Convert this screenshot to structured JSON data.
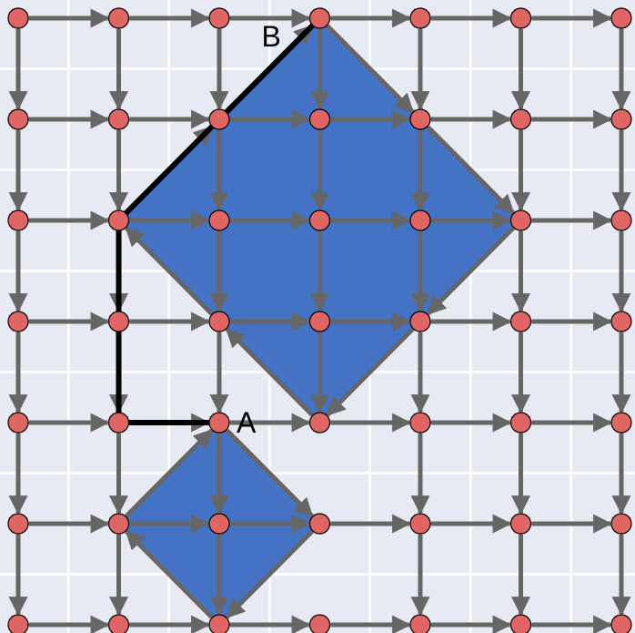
{
  "labels": {
    "a": "A",
    "b": "B"
  },
  "grid": {
    "cols": 7,
    "rows": 7
  },
  "colors": {
    "background": "#e8eaf3",
    "gridline": "#ffffff",
    "node_fill": "#e06666",
    "node_stroke": "#000000",
    "edge": "#666666",
    "region": "#4472c4",
    "path": "#000000"
  },
  "regions": [
    {
      "name": "large-diamond",
      "vertices": [
        [
          3,
          0
        ],
        [
          5,
          2
        ],
        [
          3,
          4
        ],
        [
          1,
          2
        ]
      ]
    },
    {
      "name": "small-diamond",
      "vertices": [
        [
          2,
          4
        ],
        [
          3,
          5
        ],
        [
          2,
          6
        ],
        [
          1,
          5
        ]
      ]
    }
  ],
  "path": [
    [
      3,
      0
    ],
    [
      1,
      2
    ],
    [
      1,
      4
    ],
    [
      2,
      4
    ]
  ],
  "diagonal_edges": [
    [
      [
        3,
        0
      ],
      [
        4,
        1
      ]
    ],
    [
      [
        4,
        1
      ],
      [
        5,
        2
      ]
    ],
    [
      [
        5,
        2
      ],
      [
        4,
        3
      ]
    ],
    [
      [
        4,
        3
      ],
      [
        3,
        4
      ]
    ],
    [
      [
        3,
        4
      ],
      [
        2,
        3
      ]
    ],
    [
      [
        2,
        3
      ],
      [
        1,
        2
      ]
    ],
    [
      [
        1,
        2
      ],
      [
        2,
        1
      ]
    ],
    [
      [
        2,
        1
      ],
      [
        3,
        0
      ]
    ],
    [
      [
        2,
        4
      ],
      [
        3,
        5
      ]
    ],
    [
      [
        3,
        5
      ],
      [
        2,
        6
      ]
    ],
    [
      [
        2,
        6
      ],
      [
        1,
        5
      ]
    ],
    [
      [
        1,
        5
      ],
      [
        2,
        4
      ]
    ]
  ],
  "missing_edges": [
    [
      [
        3,
        4
      ],
      [
        3,
        5
      ]
    ],
    [
      [
        3,
        5
      ],
      [
        3,
        6
      ]
    ]
  ],
  "node_labels": [
    {
      "key": "a",
      "at": [
        2,
        4
      ]
    },
    {
      "key": "b",
      "at": [
        3,
        0
      ]
    }
  ]
}
